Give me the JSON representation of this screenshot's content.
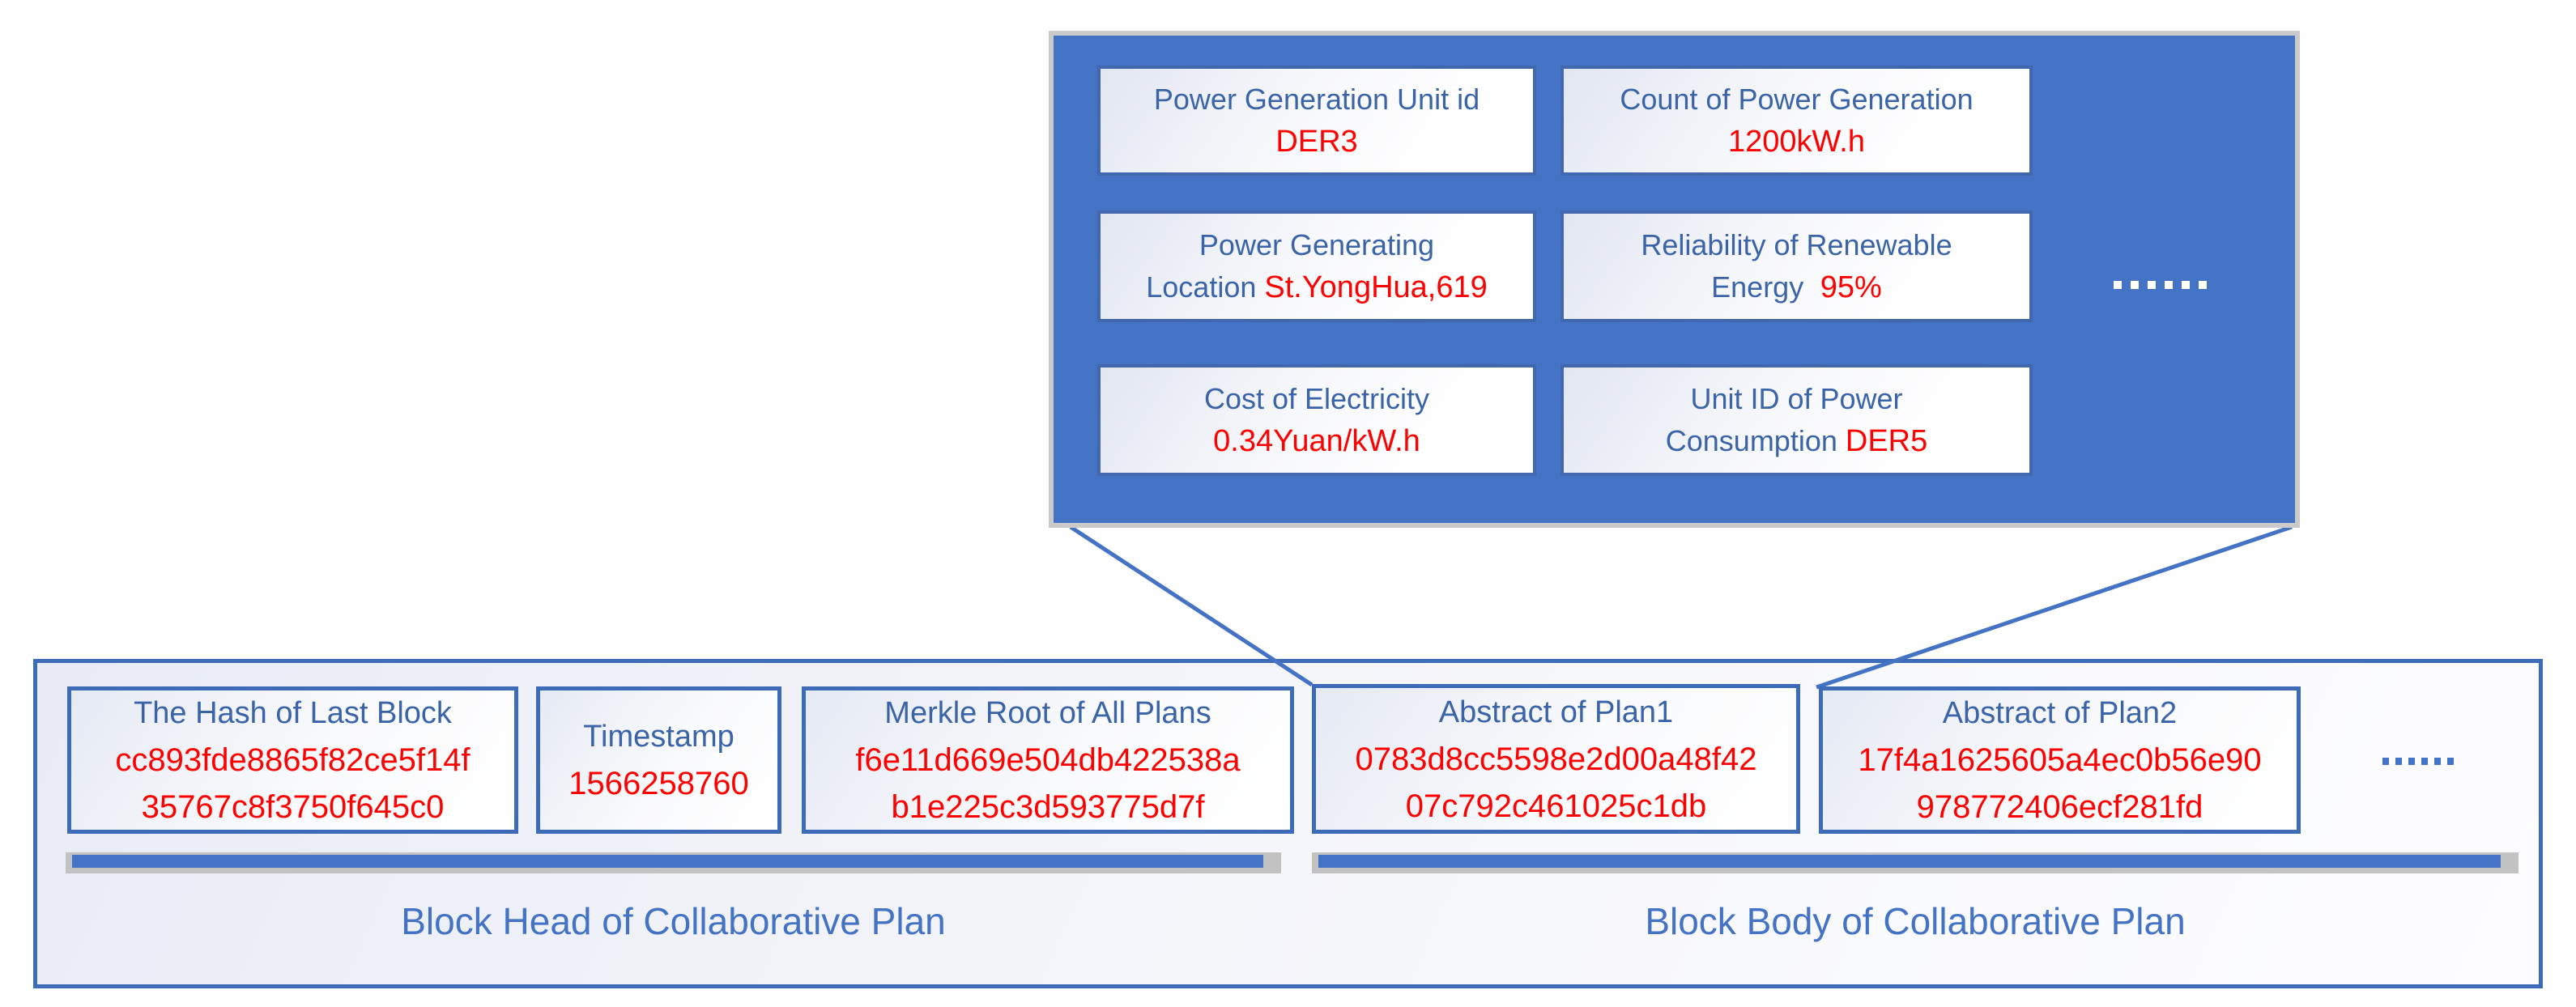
{
  "colors": {
    "panel_blue": "#4472C4",
    "box_border_blue": "#3E6BB7",
    "title_text_blue": "#3B64A8",
    "value_text_red": "#FF0000",
    "shadow_gray": "#CACACA",
    "divider_gray": "#C2C2C2"
  },
  "magnifier": {
    "ellipsis": "......",
    "cells": [
      {
        "t1": "Power Generation Unit id",
        "l2": "",
        "v2": "DER3"
      },
      {
        "t1": "Count of Power Generation",
        "l2": "",
        "v2": "1200kW.h"
      },
      {
        "t1": "Power Generating",
        "l2": "Location ",
        "v2": "St.YongHua,619"
      },
      {
        "t1": "Reliability of Renewable",
        "l2": "Energy ",
        "v2": " 95%"
      },
      {
        "t1": "Cost of Electricity",
        "l2": "",
        "v2": "0.34Yuan/kW.h"
      },
      {
        "t1": "Unit ID of Power",
        "l2": "Consumption ",
        "v2": "DER5"
      }
    ]
  },
  "chain": {
    "head_label": "Block Head of Collaborative Plan",
    "body_label": "Block Body of Collaborative Plan",
    "ellipsis": "......",
    "cells": [
      {
        "title": "The Hash of Last Block",
        "v1": "cc893fde8865f82ce5f14f",
        "v2": "35767c8f3750f645c0"
      },
      {
        "title": "Timestamp",
        "v1": "1566258760",
        "v2": ""
      },
      {
        "title": "Merkle Root of All Plans",
        "v1": "f6e11d669e504db422538a",
        "v2": "b1e225c3d593775d7f"
      },
      {
        "title": "Abstract of Plan1",
        "v1": "0783d8cc5598e2d00a48f42",
        "v2": "07c792c461025c1db"
      },
      {
        "title": "Abstract of Plan2",
        "v1": "17f4a1625605a4ec0b56e90",
        "v2": "978772406ecf281fd"
      }
    ]
  }
}
